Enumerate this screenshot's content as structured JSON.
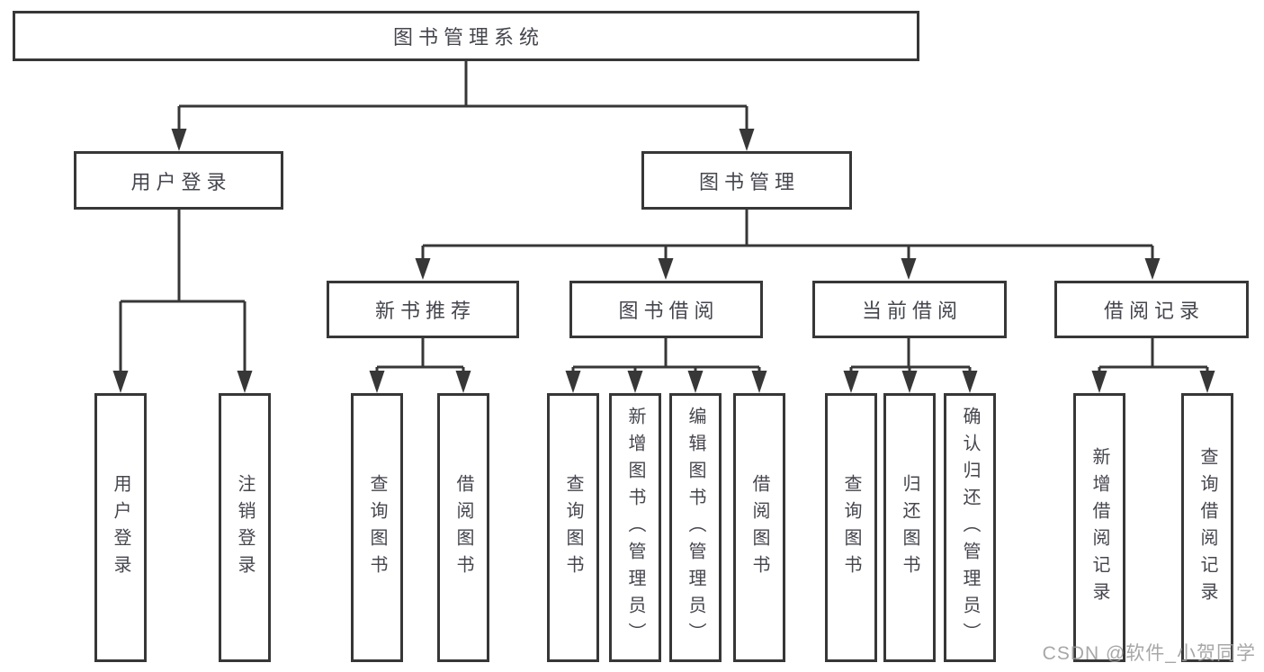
{
  "colors": {
    "line": "#373737",
    "text": "#45464e",
    "watermark": "#9b9b9b",
    "bg": "#ffffff"
  },
  "tree": {
    "root": {
      "label": "图书管理系统"
    },
    "branches": [
      {
        "label": "用户登录",
        "children": [
          {
            "label": "用户登录"
          },
          {
            "label": "注销登录"
          }
        ]
      },
      {
        "label": "图书管理",
        "children": [
          {
            "label": "新书推荐",
            "children": [
              {
                "label": "查询图书"
              },
              {
                "label": "借阅图书"
              }
            ]
          },
          {
            "label": "图书借阅",
            "children": [
              {
                "label": "查询图书"
              },
              {
                "label": "新增图书（管理员）"
              },
              {
                "label": "编辑图书（管理员）"
              },
              {
                "label": "借阅图书"
              }
            ]
          },
          {
            "label": "当前借阅",
            "children": [
              {
                "label": "查询图书"
              },
              {
                "label": "归还图书"
              },
              {
                "label": "确认归还（管理员）"
              }
            ]
          },
          {
            "label": "借阅记录",
            "children": [
              {
                "label": "新增借阅记录"
              },
              {
                "label": "查询借阅记录"
              }
            ]
          }
        ]
      }
    ]
  },
  "watermark": "CSDN @软件_小贺同学"
}
